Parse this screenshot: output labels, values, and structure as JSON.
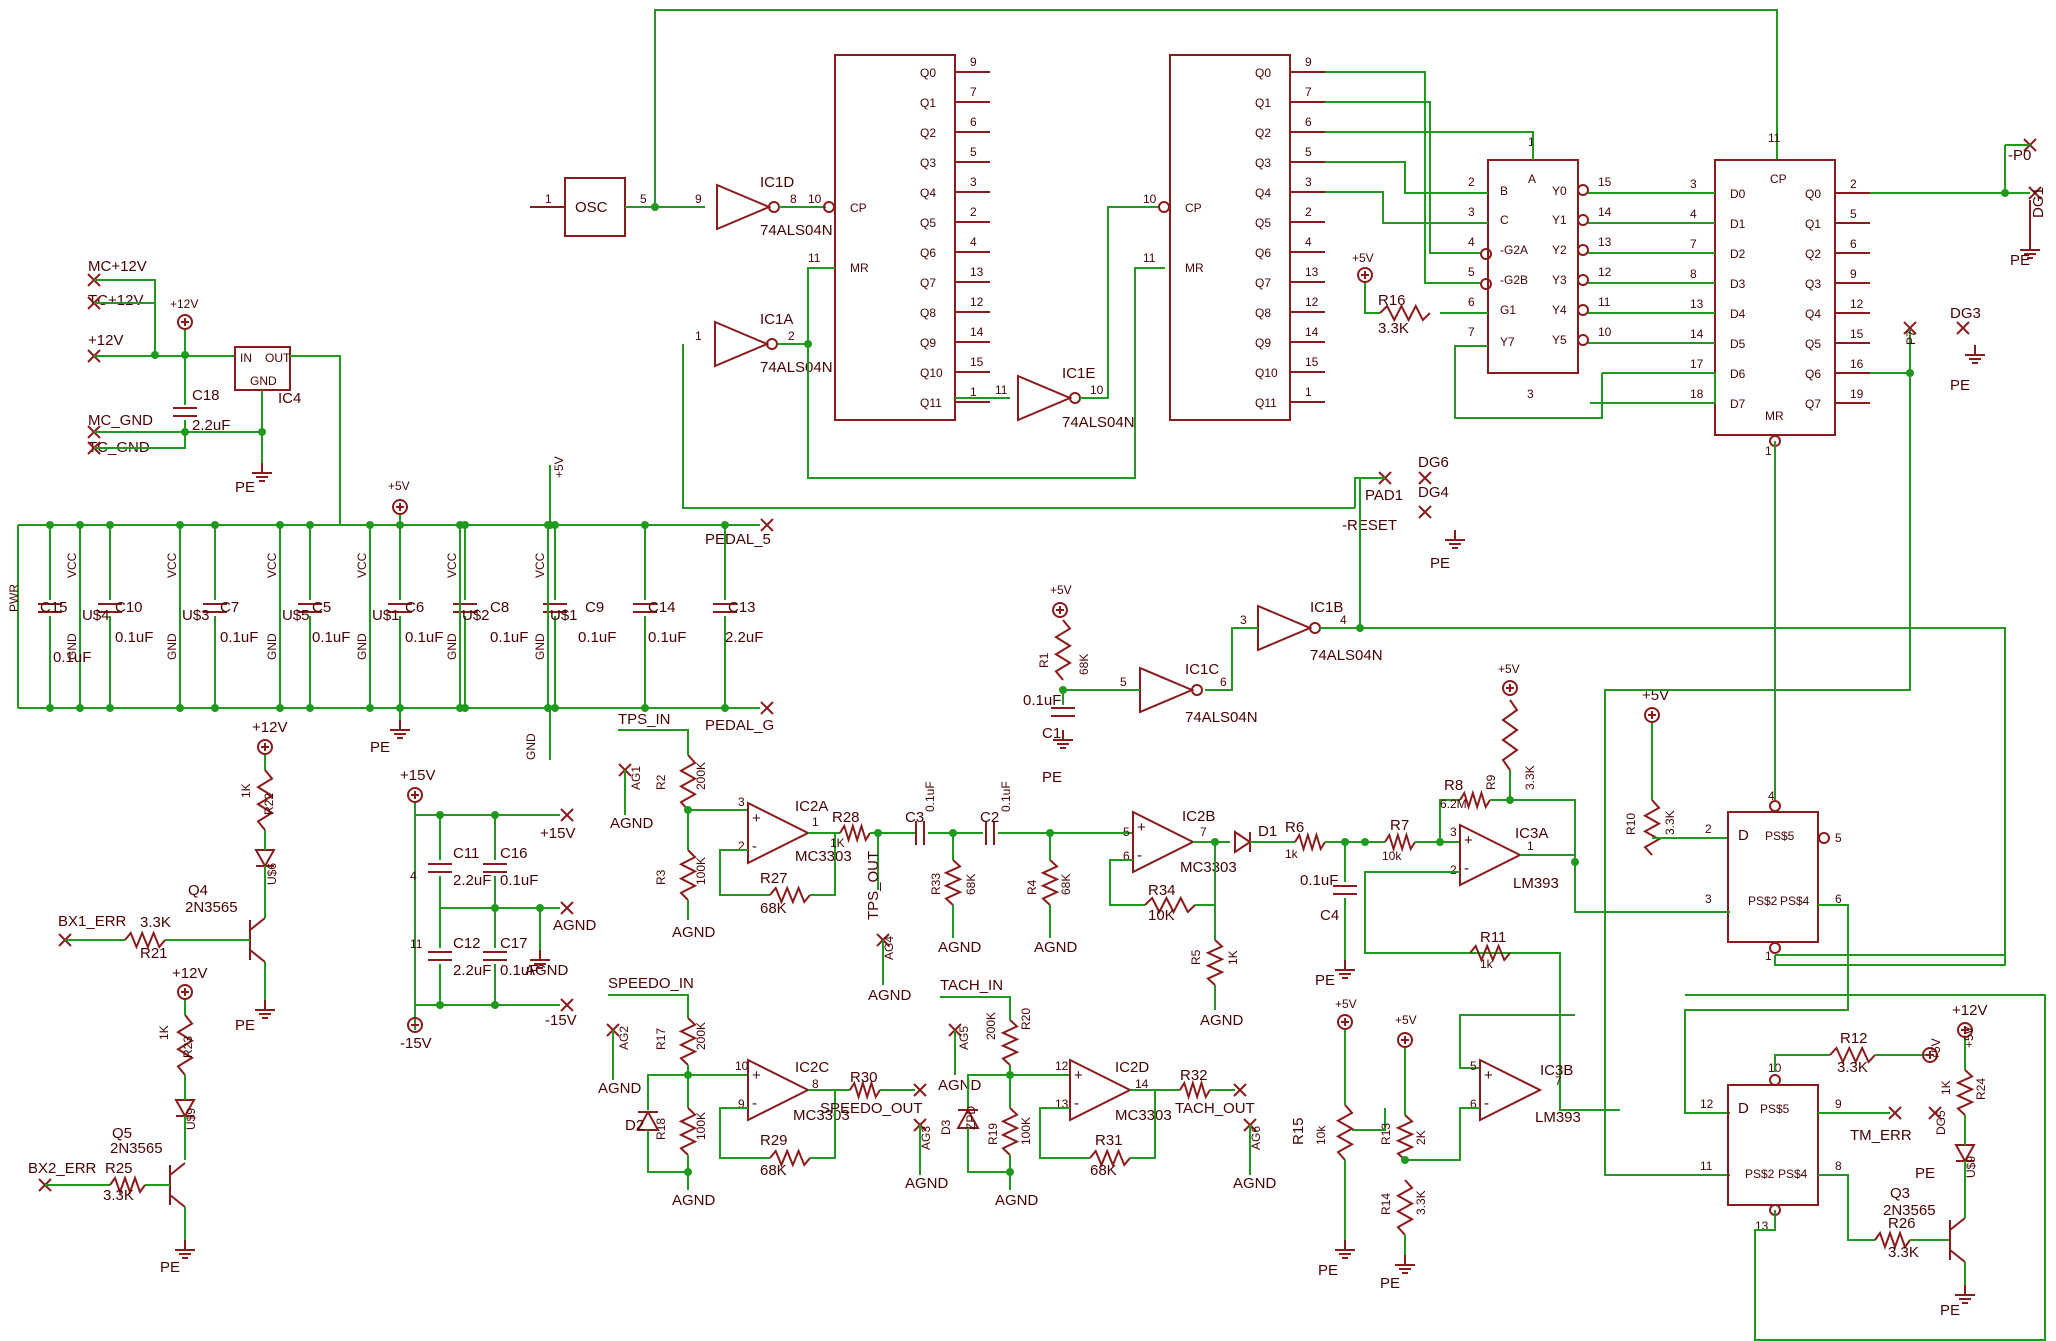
{
  "colors": {
    "wire": "#1f9a1f",
    "part": "#8b1a1a",
    "text": "#4a0000",
    "background": "#ffffff"
  },
  "labels": [
    {
      "id": "osc",
      "text": "OSC"
    },
    {
      "id": "ic1d",
      "text": "IC1D"
    },
    {
      "id": "ic1d_t",
      "text": "74ALS04N"
    },
    {
      "id": "ic1a",
      "text": "IC1A"
    },
    {
      "id": "ic1a_t",
      "text": "74ALS04N"
    },
    {
      "id": "ic1e",
      "text": "IC1E"
    },
    {
      "id": "ic1e_t",
      "text": "74ALS04N"
    },
    {
      "id": "ic1b",
      "text": "IC1B"
    },
    {
      "id": "ic1b_t",
      "text": "74ALS04N"
    },
    {
      "id": "ic1c",
      "text": "IC1C"
    },
    {
      "id": "ic1c_t",
      "text": "74ALS04N"
    },
    {
      "id": "mc12",
      "text": "MC+12V"
    },
    {
      "id": "tc12",
      "text": "TC+12V"
    },
    {
      "id": "p12",
      "text": "+12V"
    },
    {
      "id": "mcgnd",
      "text": "MC_GND"
    },
    {
      "id": "tcgnd",
      "text": "TC_GND"
    },
    {
      "id": "c18",
      "text": "C18"
    },
    {
      "id": "c18v",
      "text": "2.2uF"
    },
    {
      "id": "ic4",
      "text": "IC4"
    },
    {
      "id": "in",
      "text": "IN"
    },
    {
      "id": "out",
      "text": "OUT"
    },
    {
      "id": "gnd4",
      "text": "GND"
    },
    {
      "id": "pe1",
      "text": "PE"
    },
    {
      "id": "v12a",
      "text": "+12V"
    },
    {
      "id": "v5a",
      "text": "+5V"
    },
    {
      "id": "v5b",
      "text": "+5V"
    },
    {
      "id": "pedal5",
      "text": "PEDAL_5"
    },
    {
      "id": "pedalg",
      "text": "PEDAL_G"
    },
    {
      "id": "c15",
      "text": "C15"
    },
    {
      "id": "c15v",
      "text": "0.1uF"
    },
    {
      "id": "c10",
      "text": "C10"
    },
    {
      "id": "c10v",
      "text": "0.1uF"
    },
    {
      "id": "c7",
      "text": "C7"
    },
    {
      "id": "c7v",
      "text": "0.1uF"
    },
    {
      "id": "c5",
      "text": "C5"
    },
    {
      "id": "c5v",
      "text": "0.1uF"
    },
    {
      "id": "c6",
      "text": "C6"
    },
    {
      "id": "c6v",
      "text": "0.1uF"
    },
    {
      "id": "c8",
      "text": "C8"
    },
    {
      "id": "c8v",
      "text": "0.1uF"
    },
    {
      "id": "c9",
      "text": "C9"
    },
    {
      "id": "c9v",
      "text": "0.1uF"
    },
    {
      "id": "c14",
      "text": "C14"
    },
    {
      "id": "c14v",
      "text": "0.1uF"
    },
    {
      "id": "c13",
      "text": "C13"
    },
    {
      "id": "c13v",
      "text": "2.2uF"
    },
    {
      "id": "gnd_lbl",
      "text": "GND"
    },
    {
      "id": "pe2",
      "text": "PE"
    },
    {
      "id": "q0a",
      "text": "Q0"
    },
    {
      "id": "q1a",
      "text": "Q1"
    },
    {
      "id": "q2a",
      "text": "Q2"
    },
    {
      "id": "q3a",
      "text": "Q3"
    },
    {
      "id": "q4a",
      "text": "Q4"
    },
    {
      "id": "q5a",
      "text": "Q5"
    },
    {
      "id": "q6a",
      "text": "Q6"
    },
    {
      "id": "q7a",
      "text": "Q7"
    },
    {
      "id": "q8a",
      "text": "Q8"
    },
    {
      "id": "q9a",
      "text": "Q9"
    },
    {
      "id": "q10a",
      "text": "Q10"
    },
    {
      "id": "q11a",
      "text": "Q11"
    },
    {
      "id": "cpa",
      "text": "CP"
    },
    {
      "id": "mra",
      "text": "MR"
    },
    {
      "id": "cpb",
      "text": "CP"
    },
    {
      "id": "mrb",
      "text": "MR"
    },
    {
      "id": "ic_a",
      "text": "A"
    },
    {
      "id": "ic_b",
      "text": "B"
    },
    {
      "id": "ic_c",
      "text": "C"
    },
    {
      "id": "g2a",
      "text": "-G2A"
    },
    {
      "id": "g2b",
      "text": "-G2B"
    },
    {
      "id": "g1",
      "text": "G1"
    },
    {
      "id": "y0",
      "text": "Y0"
    },
    {
      "id": "y1",
      "text": "Y1"
    },
    {
      "id": "y2",
      "text": "Y2"
    },
    {
      "id": "y3",
      "text": "Y3"
    },
    {
      "id": "y4",
      "text": "Y4"
    },
    {
      "id": "y5",
      "text": "Y5"
    },
    {
      "id": "y7",
      "text": "Y7"
    },
    {
      "id": "r16",
      "text": "R16"
    },
    {
      "id": "r16v",
      "text": "3.3K"
    },
    {
      "id": "v5c",
      "text": "+5V"
    },
    {
      "id": "d0",
      "text": "D0"
    },
    {
      "id": "d1",
      "text": "D1"
    },
    {
      "id": "d2",
      "text": "D2"
    },
    {
      "id": "d3",
      "text": "D3"
    },
    {
      "id": "d4",
      "text": "D4"
    },
    {
      "id": "d5",
      "text": "D5"
    },
    {
      "id": "d6",
      "text": "D6"
    },
    {
      "id": "d7",
      "text": "D7"
    },
    {
      "id": "cpc",
      "text": "CP"
    },
    {
      "id": "mrc",
      "text": "MR"
    },
    {
      "id": "rq0",
      "text": "Q0"
    },
    {
      "id": "rq1",
      "text": "Q1"
    },
    {
      "id": "rq2",
      "text": "Q2"
    },
    {
      "id": "rq3",
      "text": "Q3"
    },
    {
      "id": "rq4",
      "text": "Q4"
    },
    {
      "id": "rq5",
      "text": "Q5"
    },
    {
      "id": "rq6",
      "text": "Q6"
    },
    {
      "id": "rq7",
      "text": "Q7"
    },
    {
      "id": "p0",
      "text": "-P0"
    },
    {
      "id": "dg1",
      "text": "DG1"
    },
    {
      "id": "pe3",
      "text": "PE"
    },
    {
      "id": "p7",
      "text": "P7"
    },
    {
      "id": "dg3",
      "text": "DG3"
    },
    {
      "id": "pe4",
      "text": "PE"
    },
    {
      "id": "pad1",
      "text": "PAD1"
    },
    {
      "id": "dg6",
      "text": "DG6"
    },
    {
      "id": "dg4",
      "text": "DG4"
    },
    {
      "id": "reset",
      "text": "-RESET"
    },
    {
      "id": "pe5",
      "text": "PE"
    },
    {
      "id": "v5d",
      "text": "+5V"
    },
    {
      "id": "r1",
      "text": "R1"
    },
    {
      "id": "r1v",
      "text": "68K"
    },
    {
      "id": "c1",
      "text": "C1"
    },
    {
      "id": "c1v",
      "text": "0.1uF"
    },
    {
      "id": "pe6",
      "text": "PE"
    },
    {
      "id": "tpsin",
      "text": "TPS_IN"
    },
    {
      "id": "ag1",
      "text": "AG1"
    },
    {
      "id": "agnd1",
      "text": "AGND"
    },
    {
      "id": "r2",
      "text": "R2"
    },
    {
      "id": "r2v",
      "text": "200K"
    },
    {
      "id": "r3",
      "text": "R3"
    },
    {
      "id": "r3v",
      "text": "100K"
    },
    {
      "id": "agnd2",
      "text": "AGND"
    },
    {
      "id": "ic2a",
      "text": "IC2A"
    },
    {
      "id": "ic2at",
      "text": "MC3303"
    },
    {
      "id": "r28",
      "text": "R28"
    },
    {
      "id": "r28v",
      "text": "1K"
    },
    {
      "id": "r27",
      "text": "R27"
    },
    {
      "id": "r27v",
      "text": "68K"
    },
    {
      "id": "tpsout",
      "text": "TPS_OUT"
    },
    {
      "id": "ag4",
      "text": "AG4"
    },
    {
      "id": "agnd3",
      "text": "AGND"
    },
    {
      "id": "c3",
      "text": "C3"
    },
    {
      "id": "c3v",
      "text": "0.1uF"
    },
    {
      "id": "c2",
      "text": "C2"
    },
    {
      "id": "c2v",
      "text": "0.1uF"
    },
    {
      "id": "r33",
      "text": "R33"
    },
    {
      "id": "r33v",
      "text": "68K"
    },
    {
      "id": "agnd4",
      "text": "AGND"
    },
    {
      "id": "r4",
      "text": "R4"
    },
    {
      "id": "r4v",
      "text": "68K"
    },
    {
      "id": "agnd5",
      "text": "AGND"
    },
    {
      "id": "ic2b",
      "text": "IC2B"
    },
    {
      "id": "ic2bt",
      "text": "MC3303"
    },
    {
      "id": "r34",
      "text": "R34"
    },
    {
      "id": "r34v",
      "text": "10K"
    },
    {
      "id": "r5",
      "text": "R5"
    },
    {
      "id": "r5v",
      "text": "1K"
    },
    {
      "id": "agnd6",
      "text": "AGND"
    },
    {
      "id": "d1d",
      "text": "D1"
    },
    {
      "id": "r6",
      "text": "R6"
    },
    {
      "id": "r6v",
      "text": "1k"
    },
    {
      "id": "r7",
      "text": "R7"
    },
    {
      "id": "r7v",
      "text": "10k"
    },
    {
      "id": "r8",
      "text": "R8"
    },
    {
      "id": "r8v",
      "text": "6.2M"
    },
    {
      "id": "r9",
      "text": "R9"
    },
    {
      "id": "r9v",
      "text": "3.3K"
    },
    {
      "id": "v5e",
      "text": "+5V"
    },
    {
      "id": "ic3a",
      "text": "IC3A"
    },
    {
      "id": "ic3at",
      "text": "LM393"
    },
    {
      "id": "c4",
      "text": "C4"
    },
    {
      "id": "c4v",
      "text": "0.1uF"
    },
    {
      "id": "pe7",
      "text": "PE"
    },
    {
      "id": "r11",
      "text": "R11"
    },
    {
      "id": "r11v",
      "text": "1k"
    },
    {
      "id": "v5f",
      "text": "+5V"
    },
    {
      "id": "r15",
      "text": "R15"
    },
    {
      "id": "r15v",
      "text": "10k"
    },
    {
      "id": "pe8",
      "text": "PE"
    },
    {
      "id": "v5g",
      "text": "+5V"
    },
    {
      "id": "r13",
      "text": "R13"
    },
    {
      "id": "r13v",
      "text": "2K"
    },
    {
      "id": "r14",
      "text": "R14"
    },
    {
      "id": "r14v",
      "text": "3.3K"
    },
    {
      "id": "pe9",
      "text": "PE"
    },
    {
      "id": "ic3b",
      "text": "IC3B"
    },
    {
      "id": "ic3bt",
      "text": "LM393"
    },
    {
      "id": "v15a",
      "text": "+15V"
    },
    {
      "id": "v15b",
      "text": "+15V"
    },
    {
      "id": "c11",
      "text": "C11"
    },
    {
      "id": "c11v",
      "text": "2.2uF"
    },
    {
      "id": "c16",
      "text": "C16"
    },
    {
      "id": "c16v",
      "text": "0.1uF"
    },
    {
      "id": "agnd7",
      "text": "AGND"
    },
    {
      "id": "agnd8",
      "text": "AGND"
    },
    {
      "id": "c12",
      "text": "C12"
    },
    {
      "id": "c12v",
      "text": "2.2uF"
    },
    {
      "id": "c17",
      "text": "C17"
    },
    {
      "id": "c17v",
      "text": "0.1uF"
    },
    {
      "id": "m15a",
      "text": "-15V"
    },
    {
      "id": "m15b",
      "text": "-15V"
    },
    {
      "id": "v12b",
      "text": "+12V"
    },
    {
      "id": "r22",
      "text": "R22"
    },
    {
      "id": "r22v",
      "text": "1K"
    },
    {
      "id": "u6",
      "text": "U$6"
    },
    {
      "id": "q4",
      "text": "Q4"
    },
    {
      "id": "q4t",
      "text": "2N3565"
    },
    {
      "id": "bx1",
      "text": "BX1_ERR"
    },
    {
      "id": "r21",
      "text": "R21"
    },
    {
      "id": "r21v",
      "text": "3.3K"
    },
    {
      "id": "pe10",
      "text": "PE"
    },
    {
      "id": "v12c",
      "text": "+12V"
    },
    {
      "id": "r23",
      "text": "R23"
    },
    {
      "id": "r23v",
      "text": "1K"
    },
    {
      "id": "u9a",
      "text": "U$9"
    },
    {
      "id": "q5",
      "text": "Q5"
    },
    {
      "id": "q5t",
      "text": "2N3565"
    },
    {
      "id": "bx2",
      "text": "BX2_ERR"
    },
    {
      "id": "r25",
      "text": "R25"
    },
    {
      "id": "r25v",
      "text": "3.3K"
    },
    {
      "id": "pe11",
      "text": "PE"
    },
    {
      "id": "speedin",
      "text": "SPEEDO_IN"
    },
    {
      "id": "ag2",
      "text": "AG2"
    },
    {
      "id": "agnd9",
      "text": "AGND"
    },
    {
      "id": "r17",
      "text": "R17"
    },
    {
      "id": "r17v",
      "text": "200K"
    },
    {
      "id": "r18",
      "text": "R18"
    },
    {
      "id": "r18v",
      "text": "100K"
    },
    {
      "id": "d2",
      "text": "D2"
    },
    {
      "id": "agnd10",
      "text": "AGND"
    },
    {
      "id": "ic2c",
      "text": "IC2C"
    },
    {
      "id": "ic2ct",
      "text": "MC3303"
    },
    {
      "id": "r30",
      "text": "R30"
    },
    {
      "id": "speedout",
      "text": "SPEEDO_OUT"
    },
    {
      "id": "r29",
      "text": "R29"
    },
    {
      "id": "r29v",
      "text": "68K"
    },
    {
      "id": "ag3",
      "text": "AG3"
    },
    {
      "id": "agnd11",
      "text": "AGND"
    },
    {
      "id": "tachin",
      "text": "TACH_IN"
    },
    {
      "id": "ag5",
      "text": "AG5"
    },
    {
      "id": "agnd12",
      "text": "AGND"
    },
    {
      "id": "r20",
      "text": "R20"
    },
    {
      "id": "r20v",
      "text": "200K"
    },
    {
      "id": "r19",
      "text": "R19"
    },
    {
      "id": "r19v",
      "text": "100K"
    },
    {
      "id": "d3",
      "text": "D3"
    },
    {
      "id": "zpd",
      "text": "ZPD"
    },
    {
      "id": "agnd13",
      "text": "AGND"
    },
    {
      "id": "ic2d",
      "text": "IC2D"
    },
    {
      "id": "ic2dt",
      "text": "MC3303"
    },
    {
      "id": "r32",
      "text": "R32"
    },
    {
      "id": "tachout",
      "text": "TACH_OUT"
    },
    {
      "id": "r31",
      "text": "R31"
    },
    {
      "id": "r31v",
      "text": "68K"
    },
    {
      "id": "ag6",
      "text": "AG6"
    },
    {
      "id": "agnd14",
      "text": "AGND"
    },
    {
      "id": "v5h",
      "text": "+5V"
    },
    {
      "id": "r10",
      "text": "R10"
    },
    {
      "id": "r10v",
      "text": "3.3K"
    },
    {
      "id": "ff1d",
      "text": "D"
    },
    {
      "id": "ff1s",
      "text": "PS$5"
    },
    {
      "id": "ff1c",
      "text": "PS$2"
    },
    {
      "id": "ff1r",
      "text": "PS$4"
    },
    {
      "id": "ff2d",
      "text": "D"
    },
    {
      "id": "ff2s",
      "text": "PS$5"
    },
    {
      "id": "ff2c",
      "text": "PS$2"
    },
    {
      "id": "ff2r",
      "text": "PS$4"
    },
    {
      "id": "r12",
      "text": "R12"
    },
    {
      "id": "r12v",
      "text": "3.3K"
    },
    {
      "id": "v5i",
      "text": "+5V"
    },
    {
      "id": "tmerr",
      "text": "TM_ERR"
    },
    {
      "id": "dg5",
      "text": "DG5"
    },
    {
      "id": "pe12",
      "text": "PE"
    },
    {
      "id": "v12d",
      "text": "+12V"
    },
    {
      "id": "r24",
      "text": "R24"
    },
    {
      "id": "r24v",
      "text": "1K"
    },
    {
      "id": "u9b",
      "text": "U$9"
    },
    {
      "id": "q3",
      "text": "Q3"
    },
    {
      "id": "q3t",
      "text": "2N3565"
    },
    {
      "id": "r26",
      "text": "R26"
    },
    {
      "id": "r26v",
      "text": "3.3K"
    },
    {
      "id": "pe13",
      "text": "PE"
    },
    {
      "id": "c5v2",
      "text": "+5V"
    },
    {
      "id": "vcc1",
      "text": "VCC"
    },
    {
      "id": "vcc2",
      "text": "VCC"
    },
    {
      "id": "vcc3",
      "text": "VCC"
    },
    {
      "id": "vcc4",
      "text": "VCC"
    },
    {
      "id": "vcc5",
      "text": "VCC"
    },
    {
      "id": "vcc6",
      "text": "VCC"
    },
    {
      "id": "gndv1",
      "text": "GND"
    },
    {
      "id": "gndv2",
      "text": "GND"
    },
    {
      "id": "gndv3",
      "text": "GND"
    },
    {
      "id": "gndv4",
      "text": "GND"
    },
    {
      "id": "gndv5",
      "text": "GND"
    },
    {
      "id": "gndv6",
      "text": "GND"
    },
    {
      "id": "u1",
      "text": "U$4"
    },
    {
      "id": "u2",
      "text": "U$3"
    },
    {
      "id": "u3",
      "text": "U$5"
    },
    {
      "id": "u4",
      "text": "U$1"
    },
    {
      "id": "u5",
      "text": "U$2"
    },
    {
      "id": "u6b",
      "text": "U$1"
    },
    {
      "id": "pwr",
      "text": "PWR"
    }
  ]
}
